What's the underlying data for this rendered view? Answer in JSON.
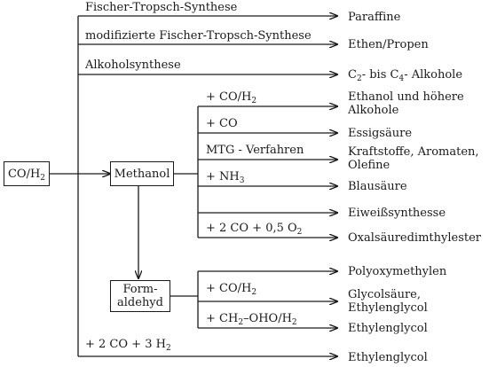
{
  "source_box": {
    "label_main": "CO/H",
    "label_sub": "2"
  },
  "methanol_box": {
    "label": "Methanol"
  },
  "formaldehyd_box": {
    "line1": "Form-",
    "line2": "aldehyd"
  },
  "top_routes": [
    {
      "process": "Fischer-Tropsch-Synthese",
      "product": "Paraffine"
    },
    {
      "process": "modifizierte Fischer-Tropsch-Synthese",
      "product": "Ethen/Propen"
    },
    {
      "process": "Alkoholsynthese",
      "product_a": "C",
      "product_sub_a": "2",
      "product_b": "- bis C",
      "product_sub_b": "4",
      "product_c": "- Alkohole"
    }
  ],
  "methanol_routes": [
    {
      "reagent_a": "+ CO/H",
      "reagent_sub": "2",
      "product_line1": "Ethanol und höhere",
      "product_line2": "Alkohole"
    },
    {
      "reagent": "+ CO",
      "product": "Essigsäure"
    },
    {
      "reagent": "MTG - Verfahren",
      "product_line1": "Kraftstoffe, Aromaten,",
      "product_line2": "Olefine"
    },
    {
      "reagent_a": "+ NH",
      "reagent_sub": "3",
      "product": "Blausäure"
    },
    {
      "reagent": "",
      "product": "Eiweißsynthesse"
    },
    {
      "reagent_a": "+ 2 CO + 0,5 O",
      "reagent_sub": "2",
      "product": "Oxalsäuredimthylester"
    }
  ],
  "formaldehyd_routes": [
    {
      "reagent": "",
      "product": "Polyoxymethylen"
    },
    {
      "reagent_a": "+ CO/H",
      "reagent_sub": "2",
      "product_line1": "Glycolsäure,",
      "product_line2": "Ethylenglycol"
    },
    {
      "reagent_a": "+ CH",
      "reagent_sub": "2",
      "reagent_b": "–OHO/H",
      "reagent_sub_b": "2",
      "product": "Ethylenglycol"
    }
  ],
  "bottom_route": {
    "reagent_a": "+ 2 CO + 3 H",
    "reagent_sub": "2",
    "product": "Ethylenglycol"
  }
}
